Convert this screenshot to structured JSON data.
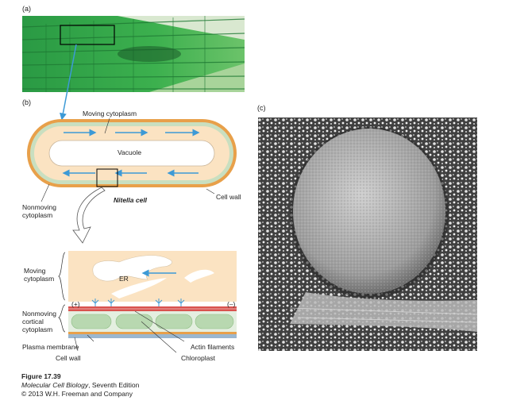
{
  "figure": {
    "panel_a": "(a)",
    "panel_b": "(b)",
    "panel_c": "(c)",
    "labels": {
      "moving_cytoplasm": "Moving cytoplasm",
      "vacuole": "Vacuole",
      "nitella_cell": "Nitella cell",
      "cell_wall_top": "Cell wall",
      "nonmoving_cytoplasm_1": "Nonmoving",
      "nonmoving_cytoplasm_2": "cytoplasm",
      "moving_1": "Moving",
      "moving_2": "cytoplasm",
      "er": "ER",
      "plus": "(+)",
      "minus": "(–)",
      "cortical_1": "Nonmoving",
      "cortical_2": "cortical",
      "cortical_3": "cytoplasm",
      "plasma_membrane": "Plasma membrane",
      "actin_filaments": "Actin filaments",
      "cell_wall_bottom": "Cell wall",
      "chloroplast": "Chloroplast"
    }
  },
  "caption": {
    "figure_number": "Figure 17.39",
    "book_title": "Molecular Cell Biology",
    "edition": ", Seventh Edition",
    "copyright": "© 2013 W.H. Freeman and Company"
  },
  "colors": {
    "leaf_green": "#2fa84a",
    "cytoplasm_tan": "#fbe3c2",
    "cell_wall_orange": "#e8a04a",
    "nonmoving_green": "#c9dfc0",
    "arrow_blue": "#3d9ad6",
    "actin_red": "#d9534f",
    "chloroplast_green": "#b8d8b0"
  }
}
